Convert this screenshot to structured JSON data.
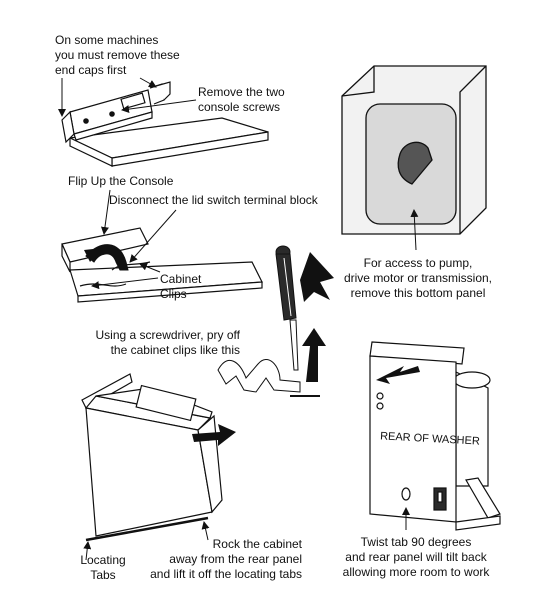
{
  "labels": {
    "end_caps": [
      "On some machines",
      "you must remove these",
      "end caps first"
    ],
    "console_screws": [
      "Remove the two",
      "console screws"
    ],
    "flip_console": "Flip Up the Console",
    "disconnect": "Disconnect the lid switch terminal block",
    "cabinet_clips": [
      "Cabinet",
      "Clips"
    ],
    "screwdriver": [
      "Using a screwdriver, pry off",
      "the cabinet clips like this"
    ],
    "access_panel": [
      "For access to pump,",
      "drive motor or transmission,",
      "remove this bottom panel"
    ],
    "rear_of_washer": "REAR OF WASHER",
    "twist_tab": [
      "Twist tab 90 degrees",
      "and rear panel will tilt back",
      "allowing more room to work"
    ],
    "locating_tabs": [
      "Locating",
      "Tabs"
    ],
    "rock_cabinet": [
      "Rock the cabinet",
      "away from the rear panel",
      "and lift it off the locating tabs"
    ]
  },
  "colors": {
    "line": "#111111",
    "panel_fill": "#d9d9d9",
    "frame_fill": "#f2f2f2",
    "dark_fill": "#2a2a2a"
  }
}
